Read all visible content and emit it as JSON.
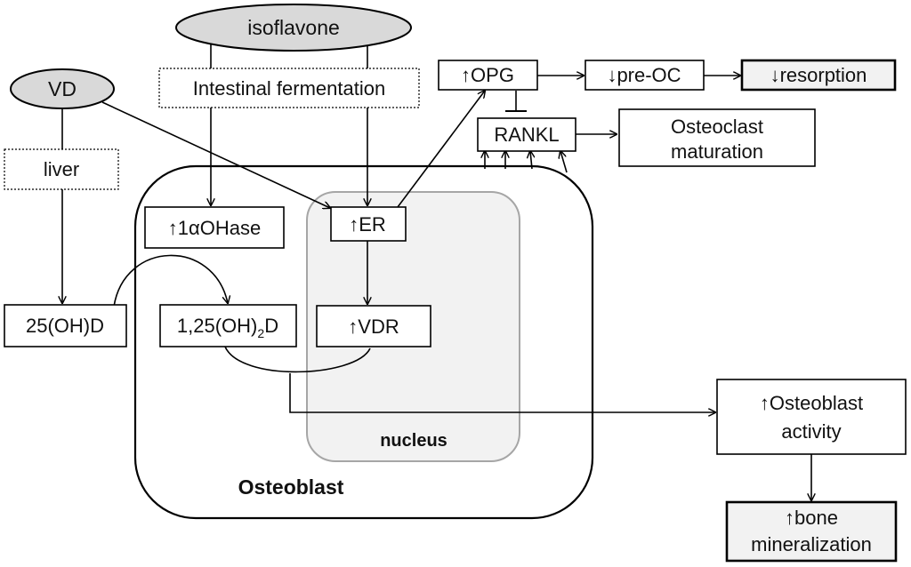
{
  "nodes": {
    "isoflavone": "isoflavone",
    "vd": "VD",
    "intestinal_fermentation": "Intestinal fermentation",
    "liver": "liver",
    "one_alpha_ohase": "↑1αOHase",
    "er": "↑ER",
    "d25": "25(OH)D",
    "d125_prefix": "1,25(OH)",
    "d125_sub": "2",
    "d125_suffix": "D",
    "vdr": "↑VDR",
    "opg": "↑OPG",
    "pre_oc": "↓pre-OC",
    "resorption": "↓resorption",
    "rankl": "RANKL",
    "osteoclast_maturation_line1": "Osteoclast",
    "osteoclast_maturation_line2": "maturation",
    "osteoblast_activity_line1": "↑Osteoblast",
    "osteoblast_activity_line2": "activity",
    "bone_mineralization_line1": "↑bone",
    "bone_mineralization_line2": "mineralization"
  },
  "regions": {
    "osteoblast": "Osteoblast",
    "nucleus": "nucleus"
  },
  "colors": {
    "ellipse_fill": "#d9d9d9",
    "nucleus_fill": "#f2f2f2",
    "nucleus_stroke": "#a6a6a6",
    "nucleus_label": "#595959",
    "highlight_fill": "#f2f2f2",
    "line": "#000000"
  }
}
